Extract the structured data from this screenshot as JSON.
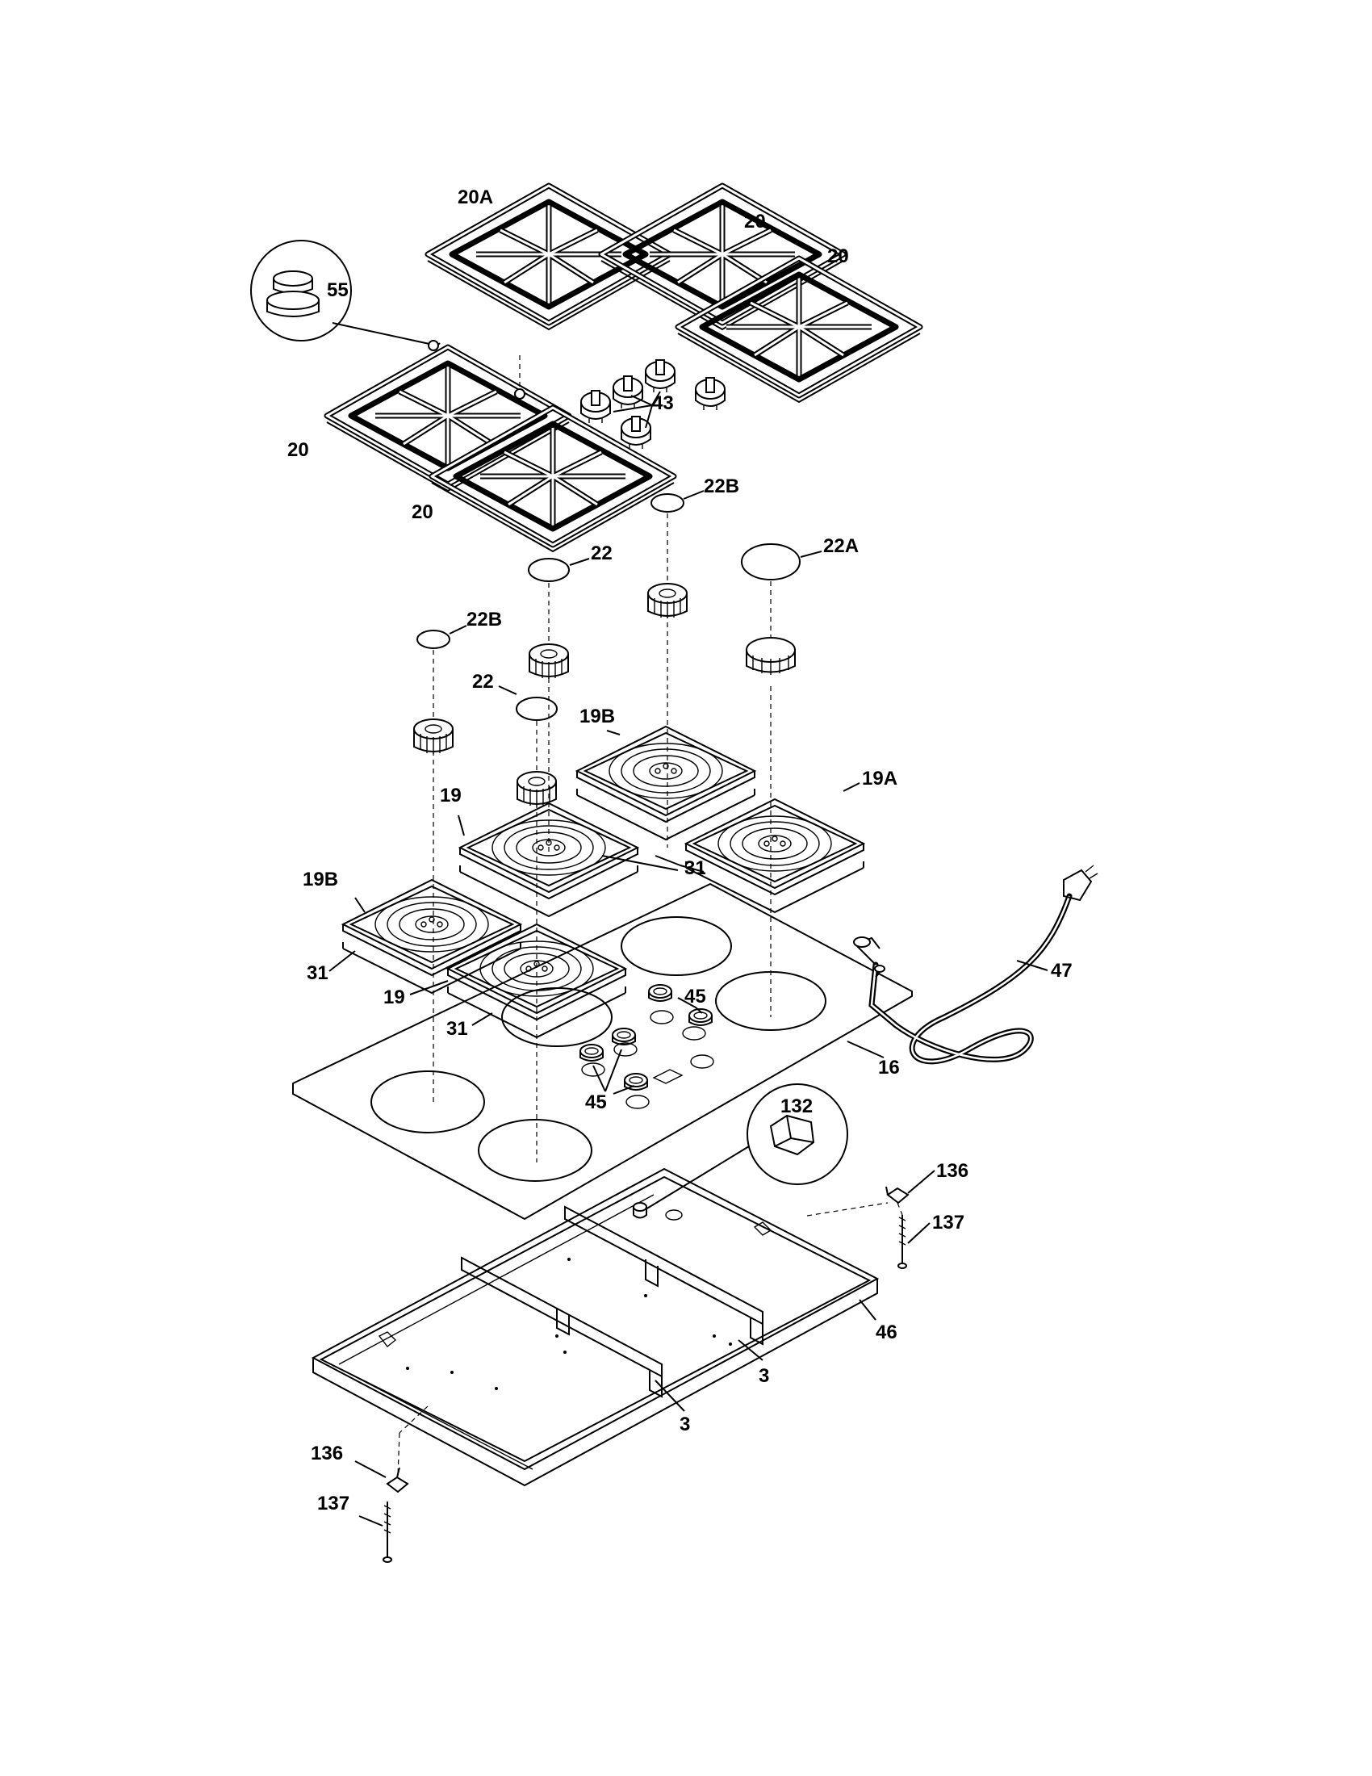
{
  "callouts": {
    "c20A": "20A",
    "c20_top1": "20",
    "c20_top2": "20",
    "c55": "55",
    "c43": "43",
    "c20_left1": "20",
    "c20_left2": "20",
    "c22B_top": "22B",
    "c22": "22",
    "c22A": "22A",
    "c22B_left": "22B",
    "c22_mid": "22",
    "c19B_top": "19B",
    "c19A": "19A",
    "c19": "19",
    "c19B_left": "19B",
    "c31_right": "31",
    "c31_left": "31",
    "c19_lower": "19",
    "c31_lower": "31",
    "c45_top": "45",
    "c45_bot": "45",
    "c47": "47",
    "c16": "16",
    "c132": "132",
    "c136_right": "136",
    "c137_right": "137",
    "c46": "46",
    "c3_right": "3",
    "c3_left": "3",
    "c136_left": "136",
    "c137_left": "137"
  },
  "icons": {
    "grate": "burner-grate-icon",
    "knob": "control-knob-icon",
    "cap": "burner-cap-icon",
    "head": "burner-head-icon",
    "pan": "drip-pan-icon",
    "cord": "power-cord-icon"
  }
}
